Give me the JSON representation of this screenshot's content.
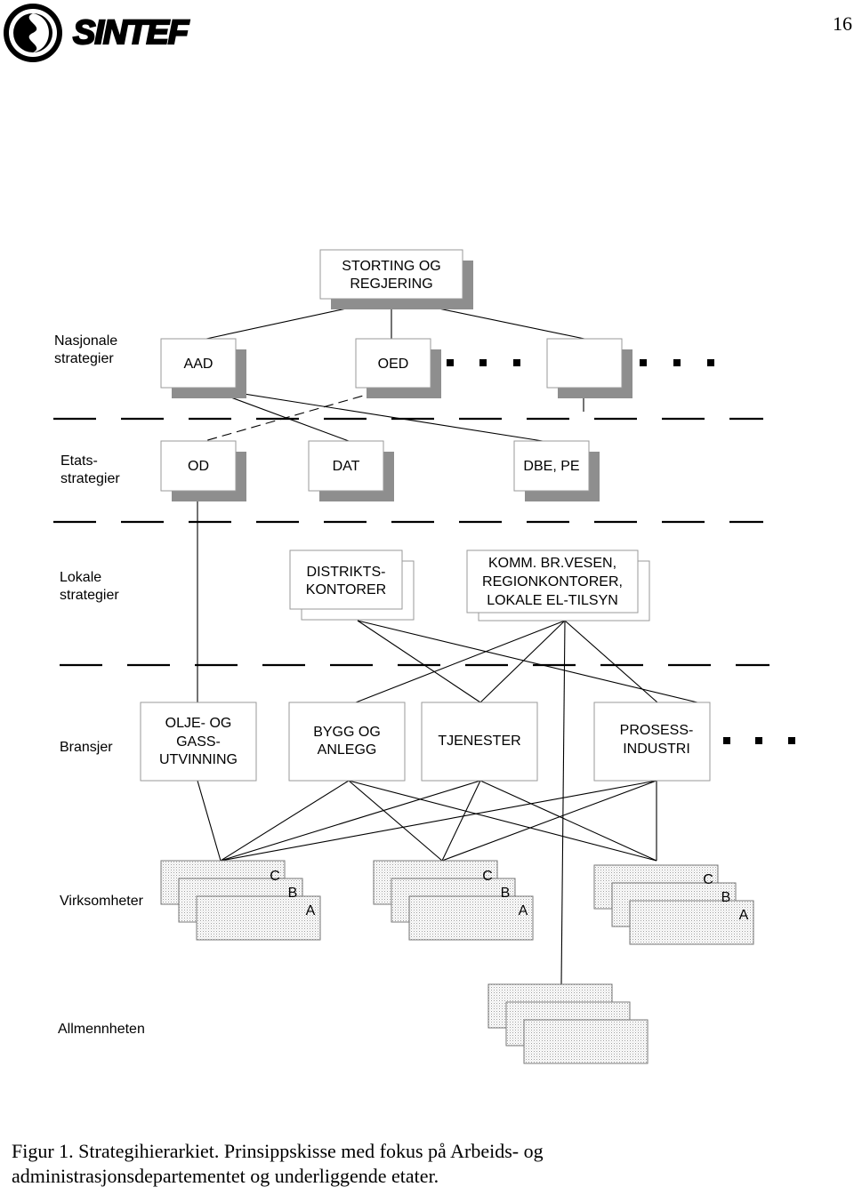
{
  "header": {
    "logo_text": "SINTEF",
    "page_number": "16"
  },
  "rows": {
    "nasjonale": [
      "Nasjonale",
      "strategier"
    ],
    "etats": [
      "Etats-",
      "strategier"
    ],
    "lokale": [
      "Lokale",
      "strategier"
    ],
    "bransjer": "Bransjer",
    "virksomheter": "Virksomheter",
    "allmennheten": "Allmennheten"
  },
  "boxes": {
    "storting": [
      "STORTING OG",
      "REGJERING"
    ],
    "aad": "AAD",
    "oed": "OED",
    "blank": "",
    "od": "OD",
    "dat": "DAT",
    "dbe": "DBE, PE",
    "distrikts": [
      "DISTRIKTS-",
      "KONTORER"
    ],
    "komm": [
      "KOMM. BR.VESEN,",
      "REGIONKONTORER,",
      "LOKALE EL-TILSYN"
    ],
    "olje": [
      "OLJE- OG",
      "GASS-",
      "UTVINNING"
    ],
    "bygg": [
      "BYGG OG",
      "ANLEGG"
    ],
    "tjenester": "TJENESTER",
    "prosess": [
      "PROSESS-",
      "INDUSTRI"
    ]
  },
  "stack_letters": [
    "C",
    "B",
    "A"
  ],
  "caption": {
    "line1": "Figur 1.  Strategihierarkiet.  Prinsippskisse med fokus på Arbeids- og",
    "line2": "administrasjonsdepartementet og underliggende etater."
  }
}
